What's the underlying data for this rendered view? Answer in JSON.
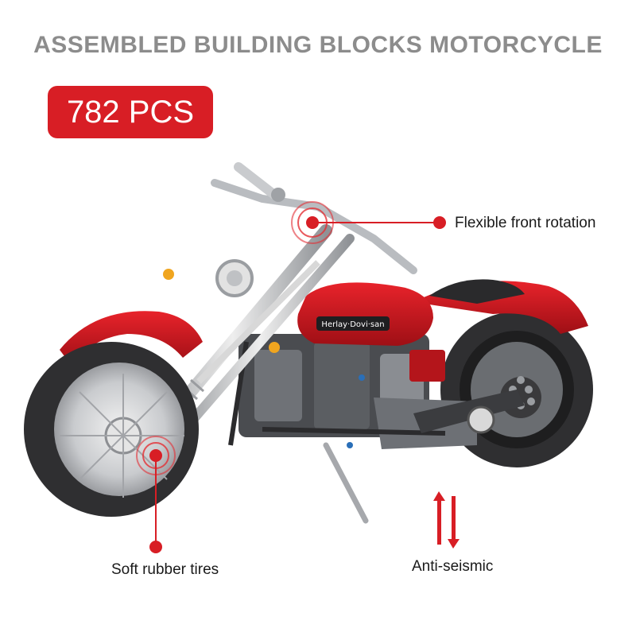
{
  "title": "ASSEMBLED BUILDING BLOCKS MOTORCYCLE",
  "badge": "782 PCS",
  "tank_logo": "Herlay·Dovi·san",
  "callouts": {
    "front": "Flexible front rotation",
    "tires": "Soft rubber tires",
    "seismic": "Anti-seismic"
  },
  "colors": {
    "accent": "#d81e25",
    "title": "#8c8c8c",
    "body_red": "#c8161d",
    "chrome": "#b9bcc0",
    "tire": "#2f2f31"
  }
}
